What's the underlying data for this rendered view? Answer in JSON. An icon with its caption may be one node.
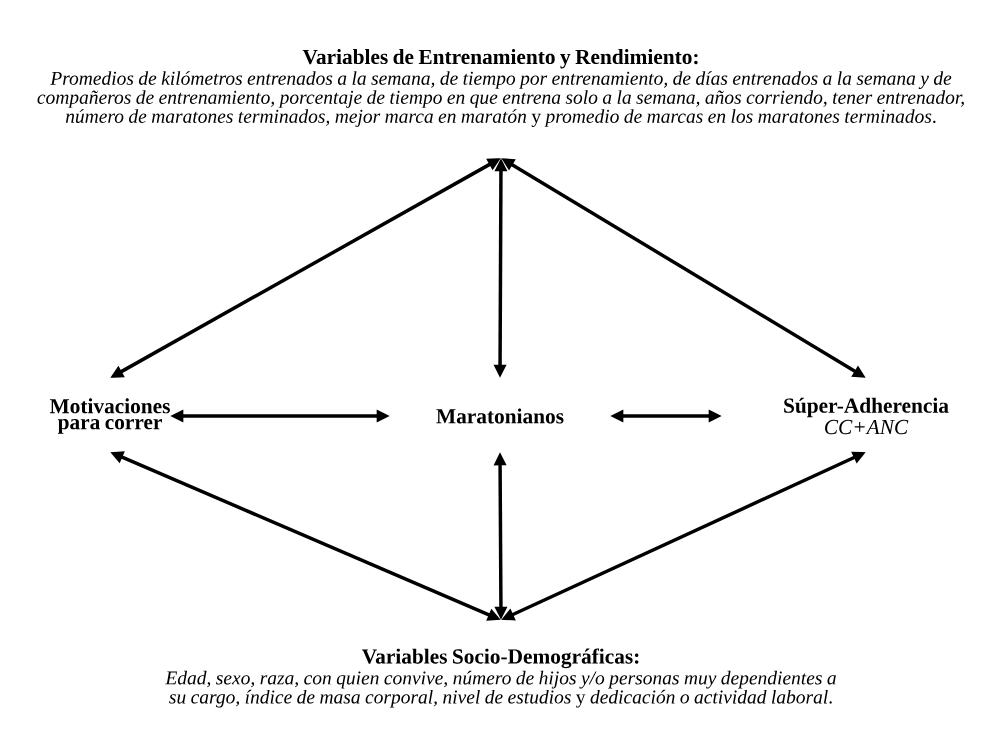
{
  "diagram": {
    "nodes": [
      {
        "text": [
          "Variables de Entrenamiento y Rendimiento:",
          "*Promedios de kilómetros entrenados a la semana, de tiempo por entrenamiento, de días entrenados a la semana y de compañeros de entrenamiento, porcentaje de tiempo en que entrena solo a la semana, años corriendo, tener entrenador, número de maratones terminados, mejor marca en maratón* y *promedio de marcas en los maratones terminados*."
        ]
      },
      {
        "text": [
          "Motivaciones para correr"
        ]
      },
      {
        "text": [
          "Maratonianos"
        ]
      },
      {
        "text": [
          "Súper-Adherencia",
          "CC+ANC"
        ]
      },
      {
        "text": [
          "Variables Socio-Demográficas:",
          "*Edad, sexo, raza, con quien convive, número de hijos y/o personas muy dependientes a su cargo, índice de masa corporal, nivel de estudios* y *dedicación o actividad laboral*."
        ]
      }
    ],
    "edges": [
      {
        "from": 0,
        "to": 1,
        "arrow": "both"
      },
      {
        "from": 0,
        "to": 2,
        "arrow": "both"
      },
      {
        "from": 0,
        "to": 3,
        "arrow": "both"
      },
      {
        "from": 1,
        "to": 2,
        "arrow": "both"
      },
      {
        "from": 2,
        "to": 3,
        "arrow": "both"
      },
      {
        "from": 1,
        "to": 4,
        "arrow": "both"
      },
      {
        "from": 2,
        "to": 4,
        "arrow": "both"
      },
      {
        "from": 3,
        "to": 4,
        "arrow": "both"
      }
    ]
  }
}
